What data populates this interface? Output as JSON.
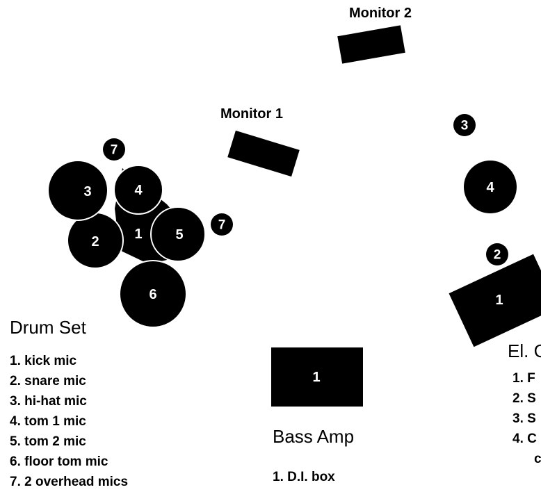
{
  "monitors": {
    "monitor_1": "Monitor 1",
    "monitor_2": "Monitor 2"
  },
  "drum_set": {
    "title": "Drum Set",
    "shape_numbers": {
      "kick": "1",
      "snare": "2",
      "hihat": "3",
      "tom1": "4",
      "tom2": "5",
      "floor_tom": "6",
      "overhead_a": "7",
      "overhead_b": "7"
    },
    "items": [
      "1. kick mic",
      "2. snare mic",
      "3. hi-hat mic",
      "4. tom 1 mic",
      "5. tom 2 mic",
      "6. floor tom mic",
      "7. 2 overhead mics"
    ]
  },
  "bass_amp": {
    "title": "Bass Amp",
    "shape_number": "1",
    "items": [
      "1. D.I. box"
    ]
  },
  "el_guitar": {
    "title": "El. G",
    "shape_numbers": {
      "amp": "1",
      "m2": "2",
      "m3": "3",
      "m4": "4"
    },
    "items": [
      "1. F",
      "2. S",
      "3. S",
      "4. C",
      "c"
    ]
  }
}
